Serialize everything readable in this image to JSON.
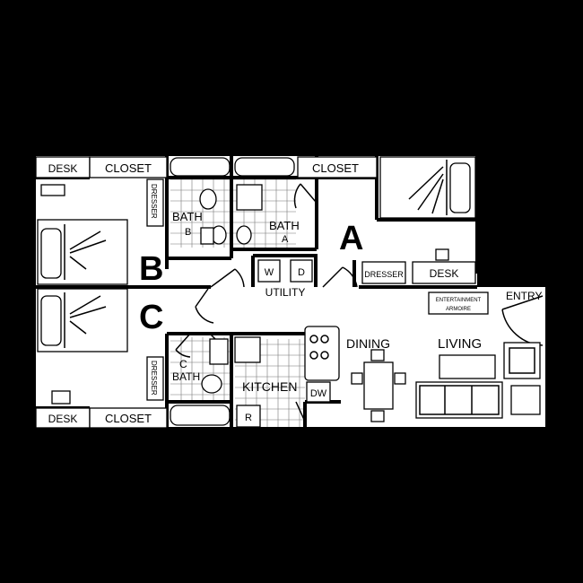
{
  "plan": {
    "background": "#000000",
    "paper": "#ffffff",
    "bedrooms": [
      {
        "id": "A",
        "label": "A",
        "desk": "DESK",
        "closet": "CLOSET",
        "dresser": "DRESSER",
        "bath": "BATH",
        "bath_id": "A"
      },
      {
        "id": "B",
        "label": "B",
        "desk": "DESK",
        "closet": "CLOSET",
        "dresser": "DRESSER",
        "bath": "BATH",
        "bath_id": "B"
      },
      {
        "id": "C",
        "label": "C",
        "desk": "DESK",
        "closet": "CLOSET",
        "dresser": "DRESSER",
        "bath": "BATH",
        "bath_id": "C"
      }
    ],
    "utility": {
      "label": "UTILITY",
      "washer": "W",
      "dryer": "D"
    },
    "kitchen": {
      "label": "KITCHEN",
      "dishwasher": "DW",
      "refrigerator": "R"
    },
    "dining": "DINING",
    "living": "LIVING",
    "entry": "ENTRY",
    "entertainment": [
      "ENTERTAINMENT",
      "ARMOIRE"
    ]
  }
}
